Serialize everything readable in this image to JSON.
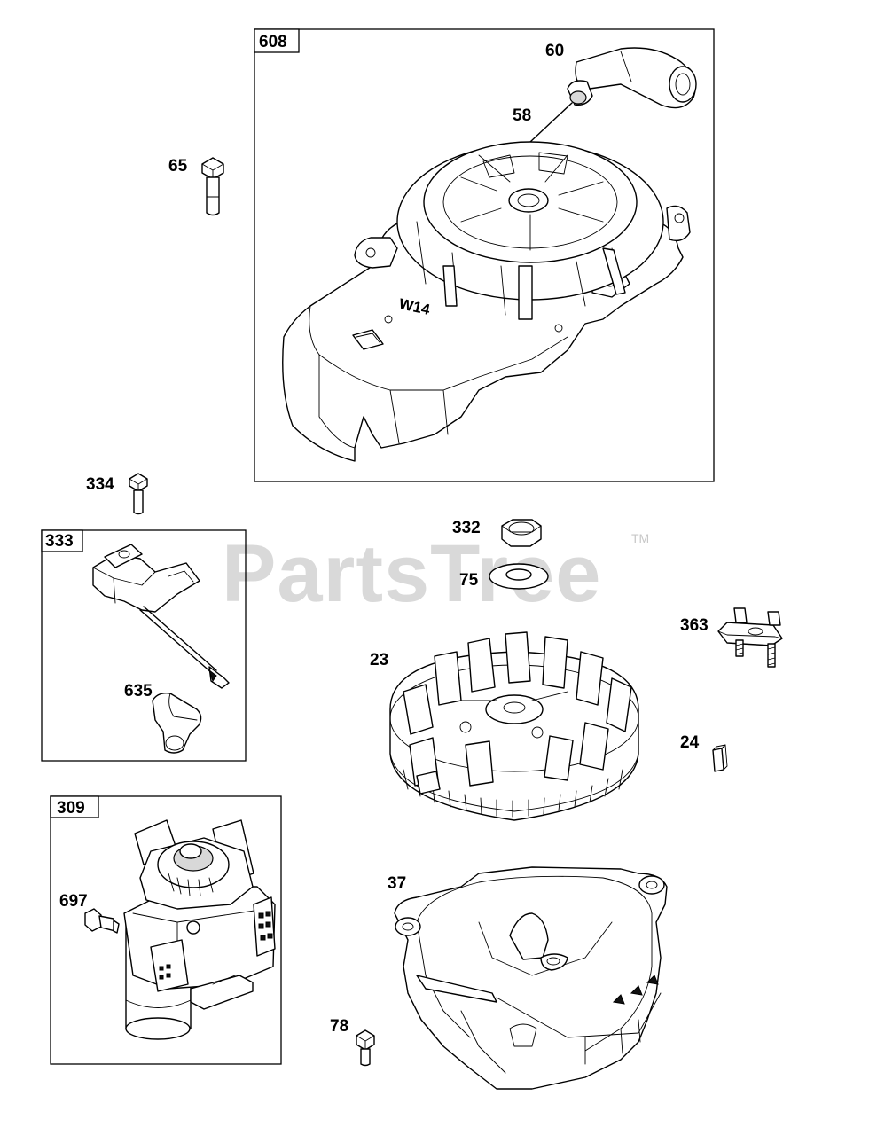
{
  "watermark": {
    "text": "PartsTree",
    "trademark": "TM"
  },
  "groups": [
    {
      "id": "group-608",
      "label": "608"
    },
    {
      "id": "group-333",
      "label": "333"
    },
    {
      "id": "group-309",
      "label": "309"
    }
  ],
  "callouts": {
    "p60": "60",
    "p58": "58",
    "p65": "65",
    "p334": "334",
    "p635": "635",
    "p697": "697",
    "p332": "332",
    "p75": "75",
    "p23": "23",
    "p363": "363",
    "p24": "24",
    "p37": "37",
    "p78": "78"
  },
  "molded_text": "W14"
}
